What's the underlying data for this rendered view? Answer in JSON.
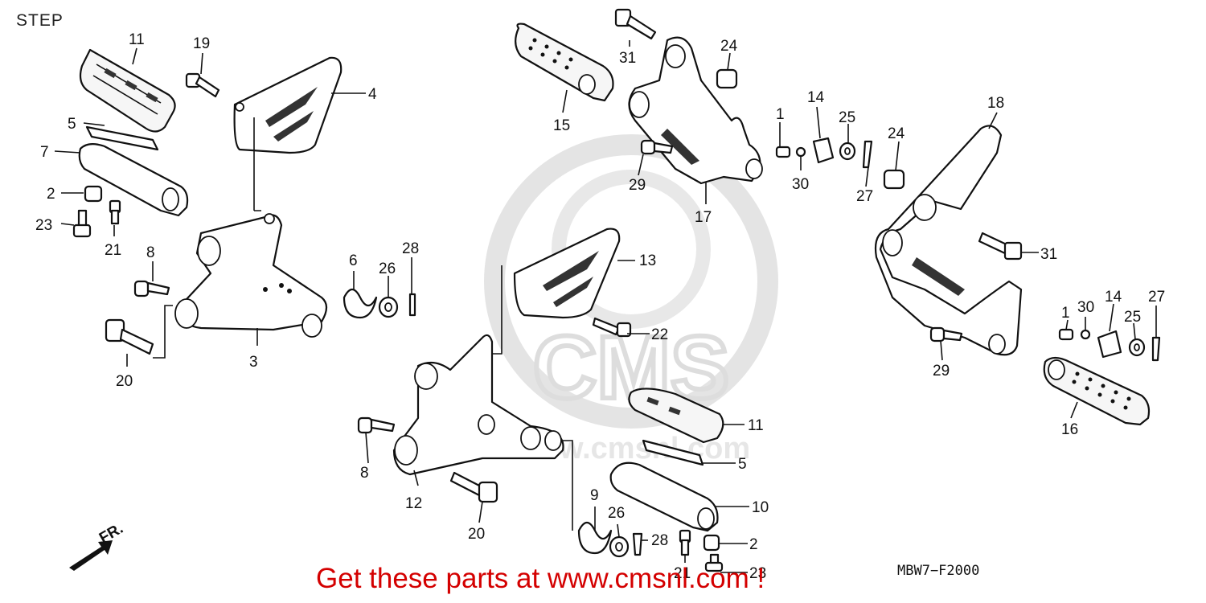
{
  "page": {
    "title": "STEP",
    "footer_banner": "Get these parts at www.cmsnl.com !",
    "diagram_code": "MBW7−F2000",
    "front_indicator": "FR."
  },
  "watermark": {
    "text": "CMS",
    "subtext": "www.cmsnl.com"
  },
  "callouts": [
    "1",
    "2",
    "3",
    "4",
    "5",
    "6",
    "7",
    "8",
    "9",
    "10",
    "11",
    "12",
    "13",
    "14",
    "15",
    "16",
    "17",
    "18",
    "19",
    "20",
    "21",
    "22",
    "23",
    "24",
    "25",
    "26",
    "27",
    "28",
    "29",
    "30",
    "31"
  ],
  "colors": {
    "banner": "#d40000",
    "line_art": "#111111",
    "watermark": "#dddddd"
  }
}
